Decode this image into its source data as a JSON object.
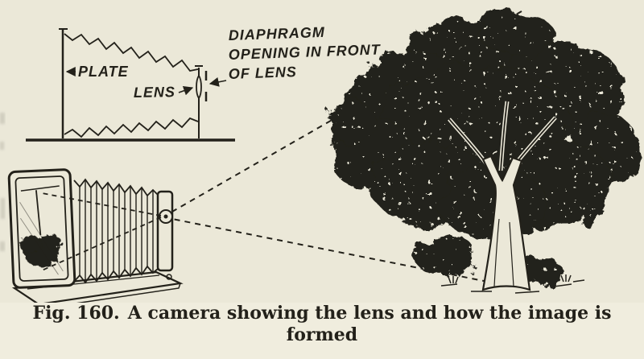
{
  "figure": {
    "labels": {
      "plate": "PLATE",
      "lens": "LENS",
      "diaphragm": [
        "DIAPHRAGM",
        "OPENING IN FRONT",
        "OF LENS"
      ]
    },
    "caption": {
      "fig_number": "Fig. 160.",
      "text": "A camera showing the lens and how the image is formed"
    },
    "colors": {
      "paper": "#f0edde",
      "ink": "#23211a"
    }
  }
}
